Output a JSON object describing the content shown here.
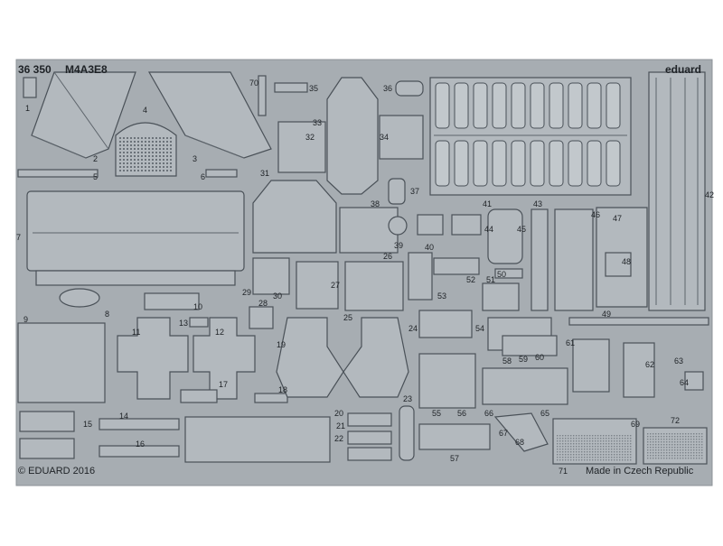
{
  "header": {
    "kit_number": "36 350",
    "model": "M4A3E8",
    "brand": "eduard"
  },
  "footer": {
    "copyright": "© EDUARD 2016",
    "origin": "Made in Czech Republic"
  },
  "part_numbers": [
    "1",
    "2",
    "3",
    "4",
    "5",
    "6",
    "7",
    "8",
    "9",
    "10",
    "11",
    "12",
    "13",
    "14",
    "15",
    "16",
    "17",
    "18",
    "19",
    "20",
    "21",
    "22",
    "23",
    "24",
    "25",
    "26",
    "27",
    "28",
    "29",
    "30",
    "31",
    "32",
    "33",
    "34",
    "35",
    "36",
    "37",
    "38",
    "39",
    "40",
    "41",
    "42",
    "43",
    "44",
    "45",
    "46",
    "47",
    "48",
    "49",
    "50",
    "51",
    "52",
    "53",
    "54",
    "55",
    "56",
    "57",
    "58",
    "59",
    "60",
    "61",
    "62",
    "63",
    "64",
    "65",
    "66",
    "67",
    "68",
    "69",
    "70",
    "71",
    "72"
  ],
  "colors": {
    "fret": "#a7adb2",
    "part": "#b3b9be",
    "outline": "#4a5158",
    "text": "#1e2226"
  }
}
